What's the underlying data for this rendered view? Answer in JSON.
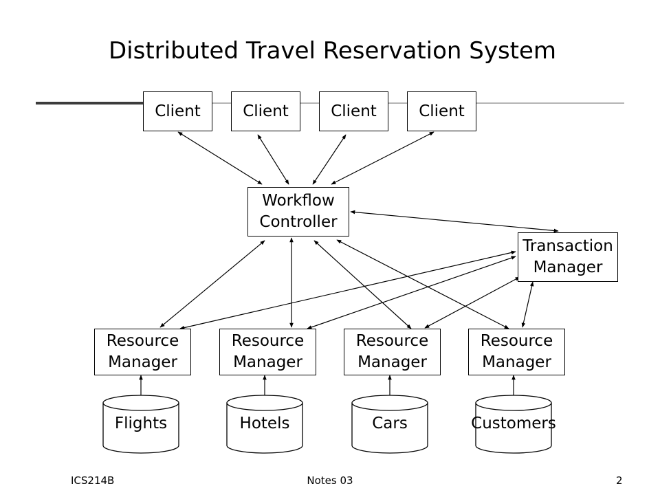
{
  "title": "Distributed Travel Reservation System",
  "clients": [
    "Client",
    "Client",
    "Client",
    "Client"
  ],
  "workflow_controller": {
    "line1": "Workflow",
    "line2": "Controller"
  },
  "transaction_manager": {
    "line1": "Transaction",
    "line2": "Manager"
  },
  "resource_managers": [
    {
      "line1": "Resource",
      "line2": "Manager"
    },
    {
      "line1": "Resource",
      "line2": "Manager"
    },
    {
      "line1": "Resource",
      "line2": "Manager"
    },
    {
      "line1": "Resource",
      "line2": "Manager"
    }
  ],
  "databases": [
    "Flights",
    "Hotels",
    "Cars",
    "Customers"
  ],
  "footer": {
    "left": "ICS214B",
    "center": "Notes 03",
    "right": "2"
  }
}
